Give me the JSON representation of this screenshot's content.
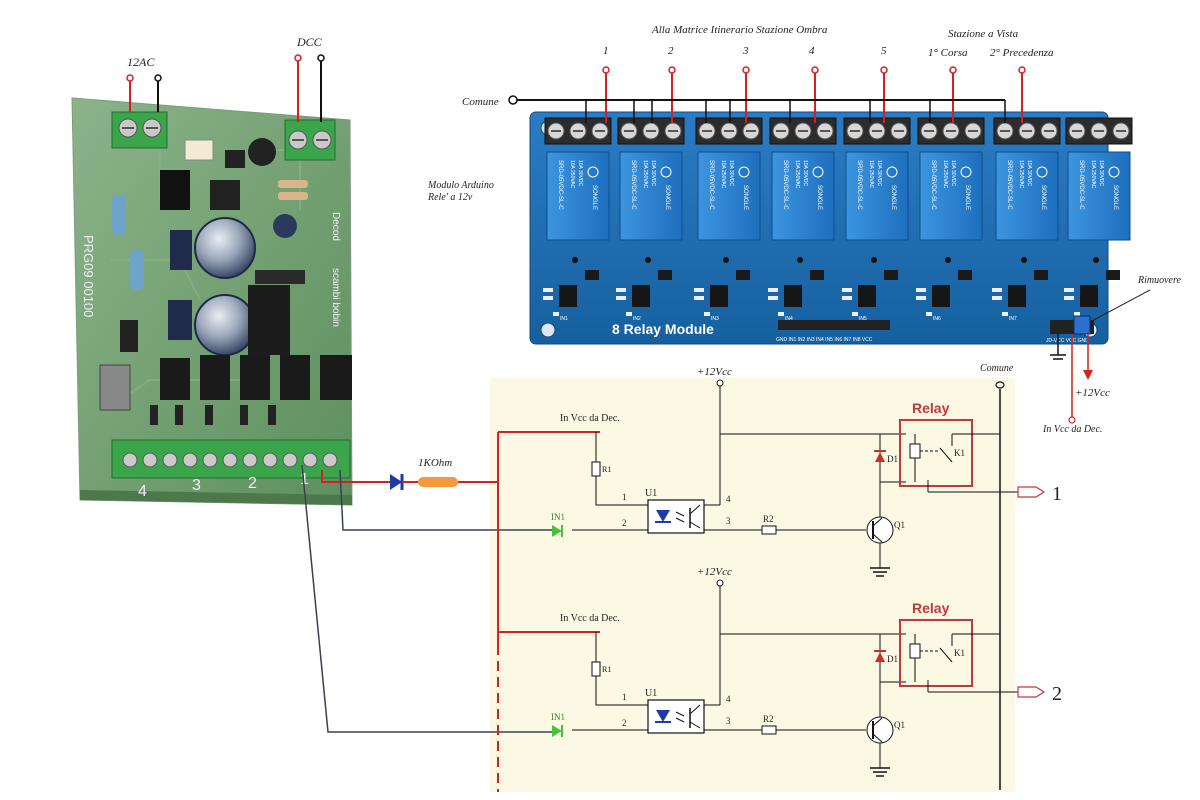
{
  "labels": {
    "power_12ac": "12AC",
    "dcc": "DCC",
    "matrix_title": "Alla Matrice Itinerario Stazione Ombra",
    "ch1": "1",
    "ch2": "2",
    "ch3": "3",
    "ch4": "4",
    "ch5": "5",
    "station_view": "Stazione a Vista",
    "first_run": "1°  Corsa",
    "second_prec": "2°  Precedenza",
    "common_top": "Comune",
    "module_line1": "Modulo Arduino",
    "module_line2": "Rele' a 12v",
    "remove": "Rimuovere",
    "vcc_side": "+12Vcc",
    "in_vcc_side": "In Vcc da Dec.",
    "common_right": "Comune",
    "resistor": "1KOhm"
  },
  "module": {
    "title": "8 Relay Module",
    "relay_brand": "SONGLE",
    "relay_model": "SRD-05VDC-SL-C",
    "relay_rating1": "10A 250VAC",
    "relay_rating2": "10A 30VDC",
    "relay_rating3": "10A 125VAC",
    "relay_rating4": "10A 28VDC",
    "in_labels": [
      "IN1",
      "IN2",
      "IN3",
      "IN4",
      "IN5",
      "IN6",
      "IN7",
      "IN8"
    ],
    "pin_labels": "GND IN1 IN2 IN3 IN4 IN5 IN6 IN7 IN8 VCC",
    "jumper_labels": "JD-VCC  VCC  GND"
  },
  "decoder": {
    "silk_code": "PRG09 00100",
    "silk_decod": "Decod",
    "silk_scambi": "scambi bobin",
    "terminal_numbers": [
      "4",
      "3",
      "2",
      "1"
    ]
  },
  "schematic": {
    "vcc": "+12Vcc",
    "in_vcc": "In Vcc da Dec.",
    "r1": "R1",
    "r2": "R2",
    "u1": "U1",
    "in1": "IN1",
    "q1": "Q1",
    "d1": "D1",
    "k1": "K1",
    "relay": "Relay",
    "pin1": "1",
    "pin2": "2",
    "pin3": "3",
    "pin4": "4",
    "out1": "1",
    "out2": "2"
  },
  "colors": {
    "wire_red": "#d42020",
    "wire_black": "#111111",
    "pcb_green": "#6b9e6b",
    "module_blue": "#1f6fb5",
    "relay_blue": "#2d86d4",
    "terminal_green": "#3aa54a",
    "schematic_bg": "#fbf8e4",
    "resistor_orange": "#f39a3a",
    "diode_blue": "#1e3aa8",
    "relay_box": "#c0393b"
  }
}
